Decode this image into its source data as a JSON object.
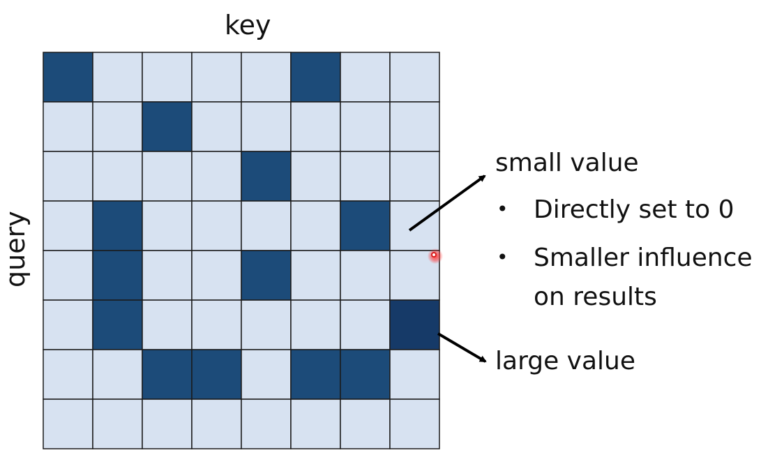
{
  "labels": {
    "key": "key",
    "query": "query",
    "small_value": "small value",
    "large_value": "large value"
  },
  "bullets": {
    "marker": "•",
    "item1": "Directly set to 0",
    "item2_line1": "Smaller influence",
    "item2_line2": "on results"
  },
  "colors": {
    "light_cell": "#d7e2f1",
    "dark_cell": "#1c4b79",
    "darkest_cell": "#163a68",
    "grid_line": "#1a1a1a"
  },
  "matrix": [
    [
      1,
      0,
      0,
      0,
      0,
      1,
      0,
      0
    ],
    [
      0,
      0,
      1,
      0,
      0,
      0,
      0,
      0
    ],
    [
      0,
      0,
      0,
      0,
      1,
      0,
      0,
      0
    ],
    [
      0,
      1,
      0,
      0,
      0,
      0,
      1,
      0
    ],
    [
      0,
      1,
      0,
      0,
      1,
      0,
      0,
      0
    ],
    [
      0,
      1,
      0,
      0,
      0,
      0,
      0,
      2
    ],
    [
      0,
      0,
      1,
      1,
      0,
      1,
      1,
      0
    ],
    [
      0,
      0,
      0,
      0,
      0,
      0,
      0,
      0
    ]
  ]
}
